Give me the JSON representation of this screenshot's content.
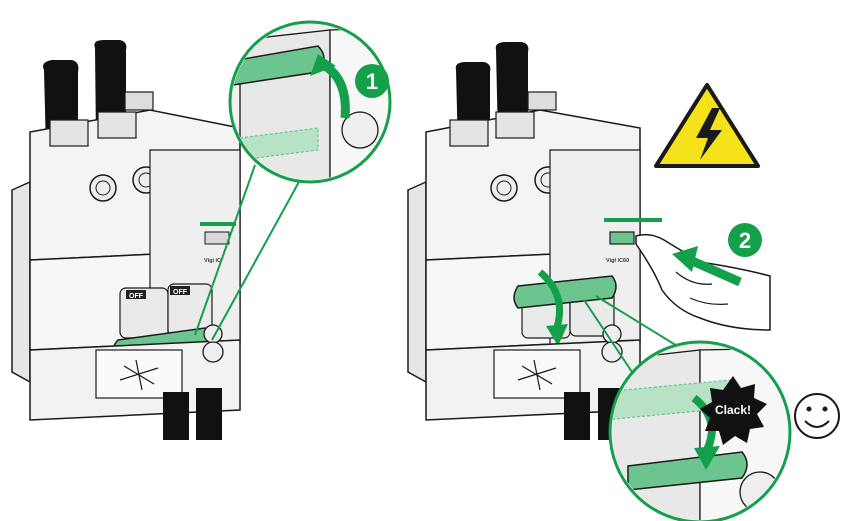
{
  "colors": {
    "accent_green": "#14a04b",
    "handle_green": "#6cc58e",
    "handle_green_light": "#b8e2c6",
    "housing": "#f2f2f2",
    "housing_shade": "#d9d9d9",
    "outline": "#1a1a1a",
    "cable": "#111111",
    "warning_yellow": "#f6e21a",
    "star_black": "#111111"
  },
  "icons": {
    "warning": "high-voltage-warning-icon",
    "smiley": "smiley-face-icon",
    "arrow": "curved-arrow-icon",
    "hand": "pointing-hand-icon"
  },
  "steps": [
    {
      "number": "1"
    },
    {
      "number": "2"
    }
  ],
  "device": {
    "left_handle_1": "OFF",
    "left_handle_2": "OFF",
    "module_label_left": "Vigi iC",
    "module_label_right": "Vigi iC60"
  },
  "callout": {
    "sound": "Clack!"
  }
}
